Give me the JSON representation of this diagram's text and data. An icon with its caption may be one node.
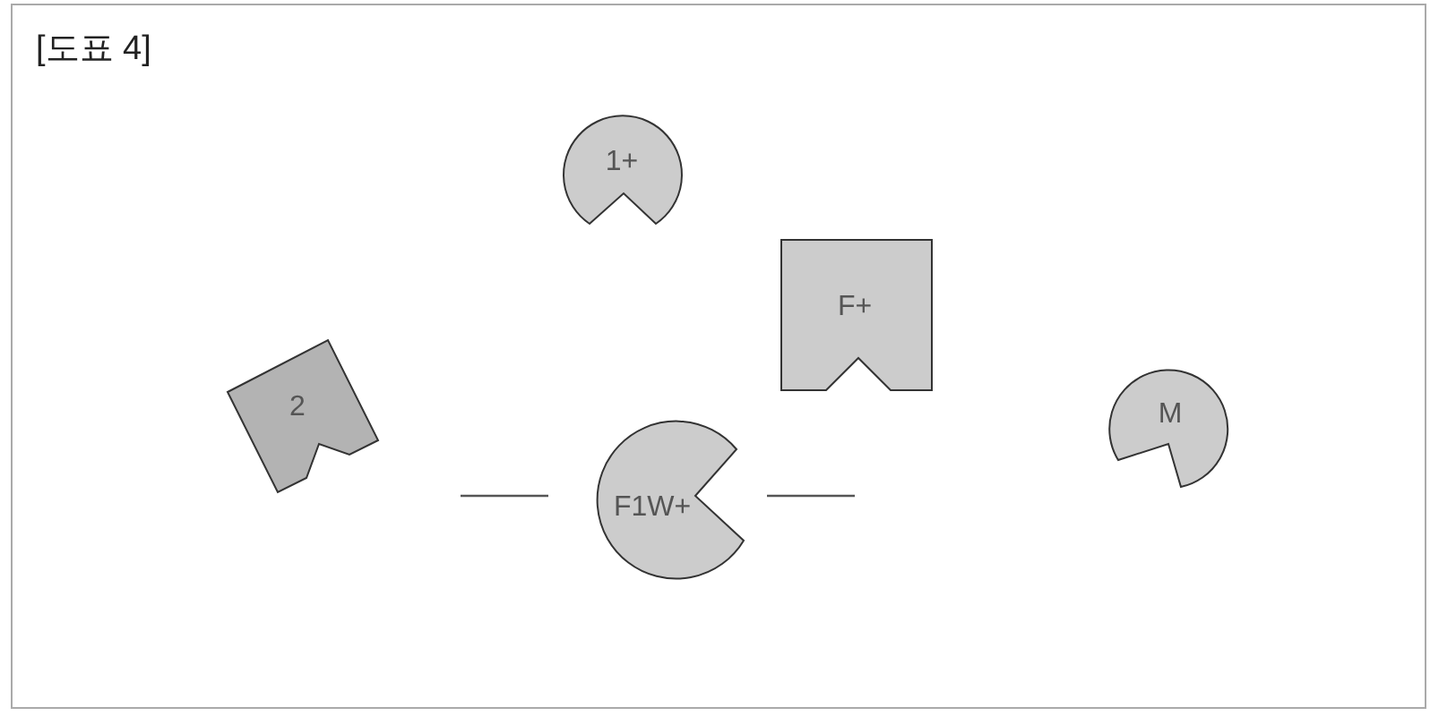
{
  "diagram": {
    "title": "[도표 4]",
    "nodes": [
      {
        "text": [
          "1+"
        ]
      },
      {
        "text": [
          "F+"
        ]
      },
      {
        "text": [
          "2"
        ]
      },
      {
        "text": [
          "M"
        ]
      },
      {
        "text": [
          "F1W+"
        ]
      }
    ]
  }
}
